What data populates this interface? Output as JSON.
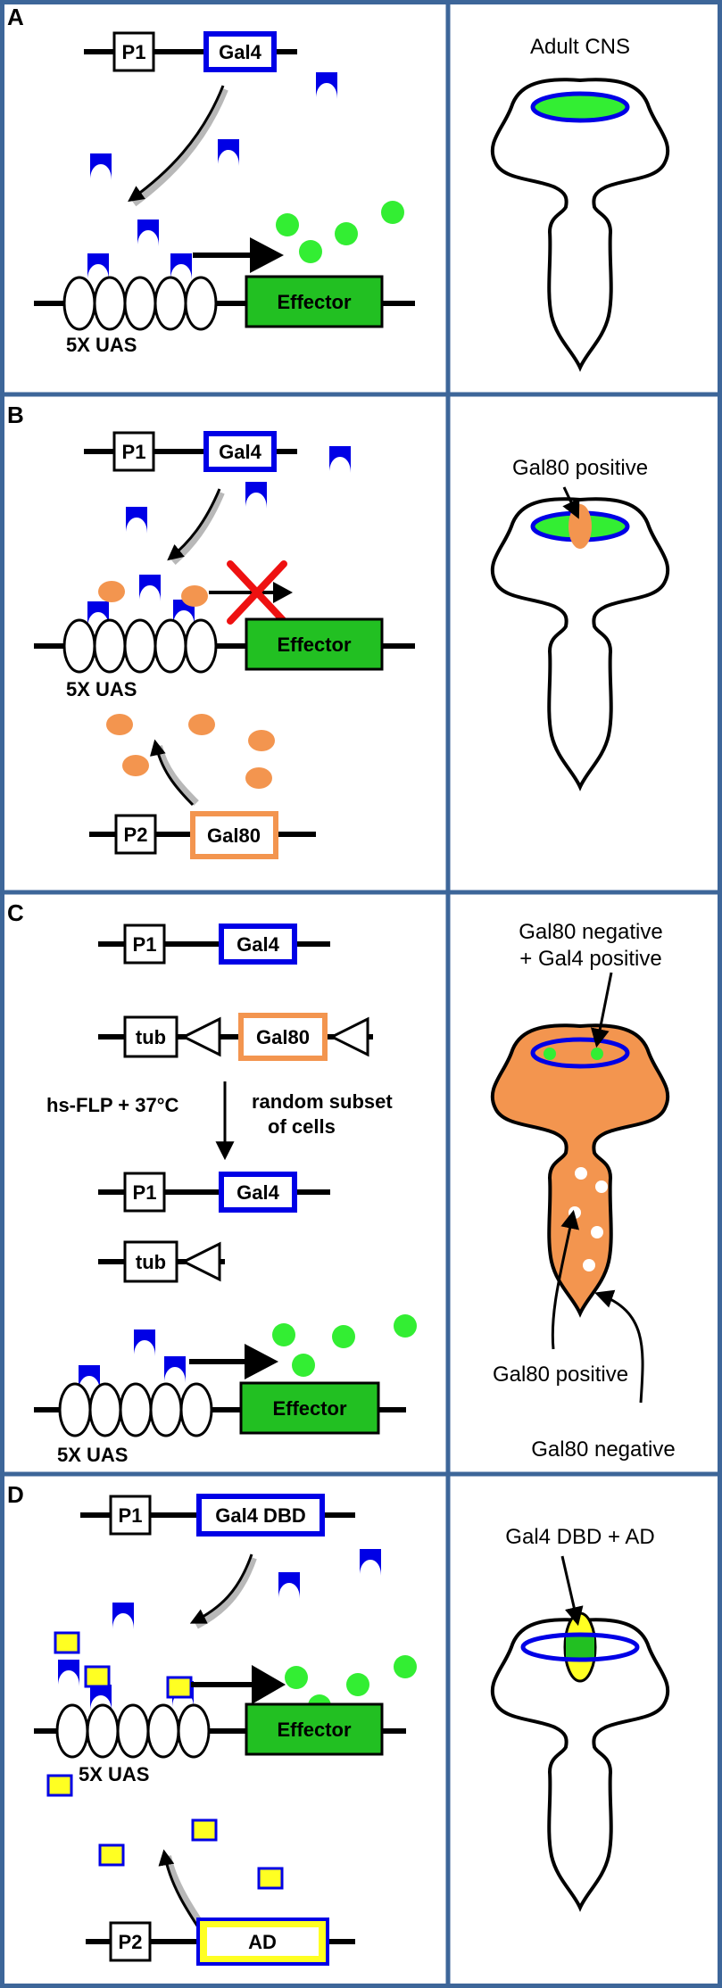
{
  "panels": {
    "a": {
      "letter": "A",
      "promoter": "P1",
      "driver": "Gal4",
      "uas_label": "5X UAS",
      "effector": "Effector",
      "cns_caption": "Adult CNS"
    },
    "b": {
      "letter": "B",
      "promoter": "P1",
      "driver": "Gal4",
      "uas_label": "5X UAS",
      "effector": "Effector",
      "repressor_promoter": "P2",
      "repressor": "Gal80",
      "cns_caption": "Gal80 positive"
    },
    "c": {
      "letter": "C",
      "promoter": "P1",
      "driver": "Gal4",
      "tub": "tub",
      "repressor": "Gal80",
      "heat_shock": "hs-FLP + 37°C",
      "subset_line1": "random subset",
      "subset_line2": "of cells",
      "promoter_after": "P1",
      "driver_after": "Gal4",
      "tub_after": "tub",
      "uas_label": "5X UAS",
      "effector": "Effector",
      "cns_caption_line1": "Gal80 negative",
      "cns_caption_line2": "+ Gal4 positive",
      "pos_label": "Gal80 positive",
      "neg_label": "Gal80 negative"
    },
    "d": {
      "letter": "D",
      "promoter": "P1",
      "driver": "Gal4 DBD",
      "uas_label": "5X UAS",
      "effector": "Effector",
      "ad_promoter": "P2",
      "ad": "AD",
      "cns_caption": "Gal4 DBD + AD"
    }
  },
  "colors": {
    "border": "#3d6699",
    "gal4_blue": "#0000e6",
    "effector_green": "#22c022",
    "gfp_green": "#33ee33",
    "gal80_orange": "#f3954f",
    "ad_yellow": "#ffff22"
  }
}
